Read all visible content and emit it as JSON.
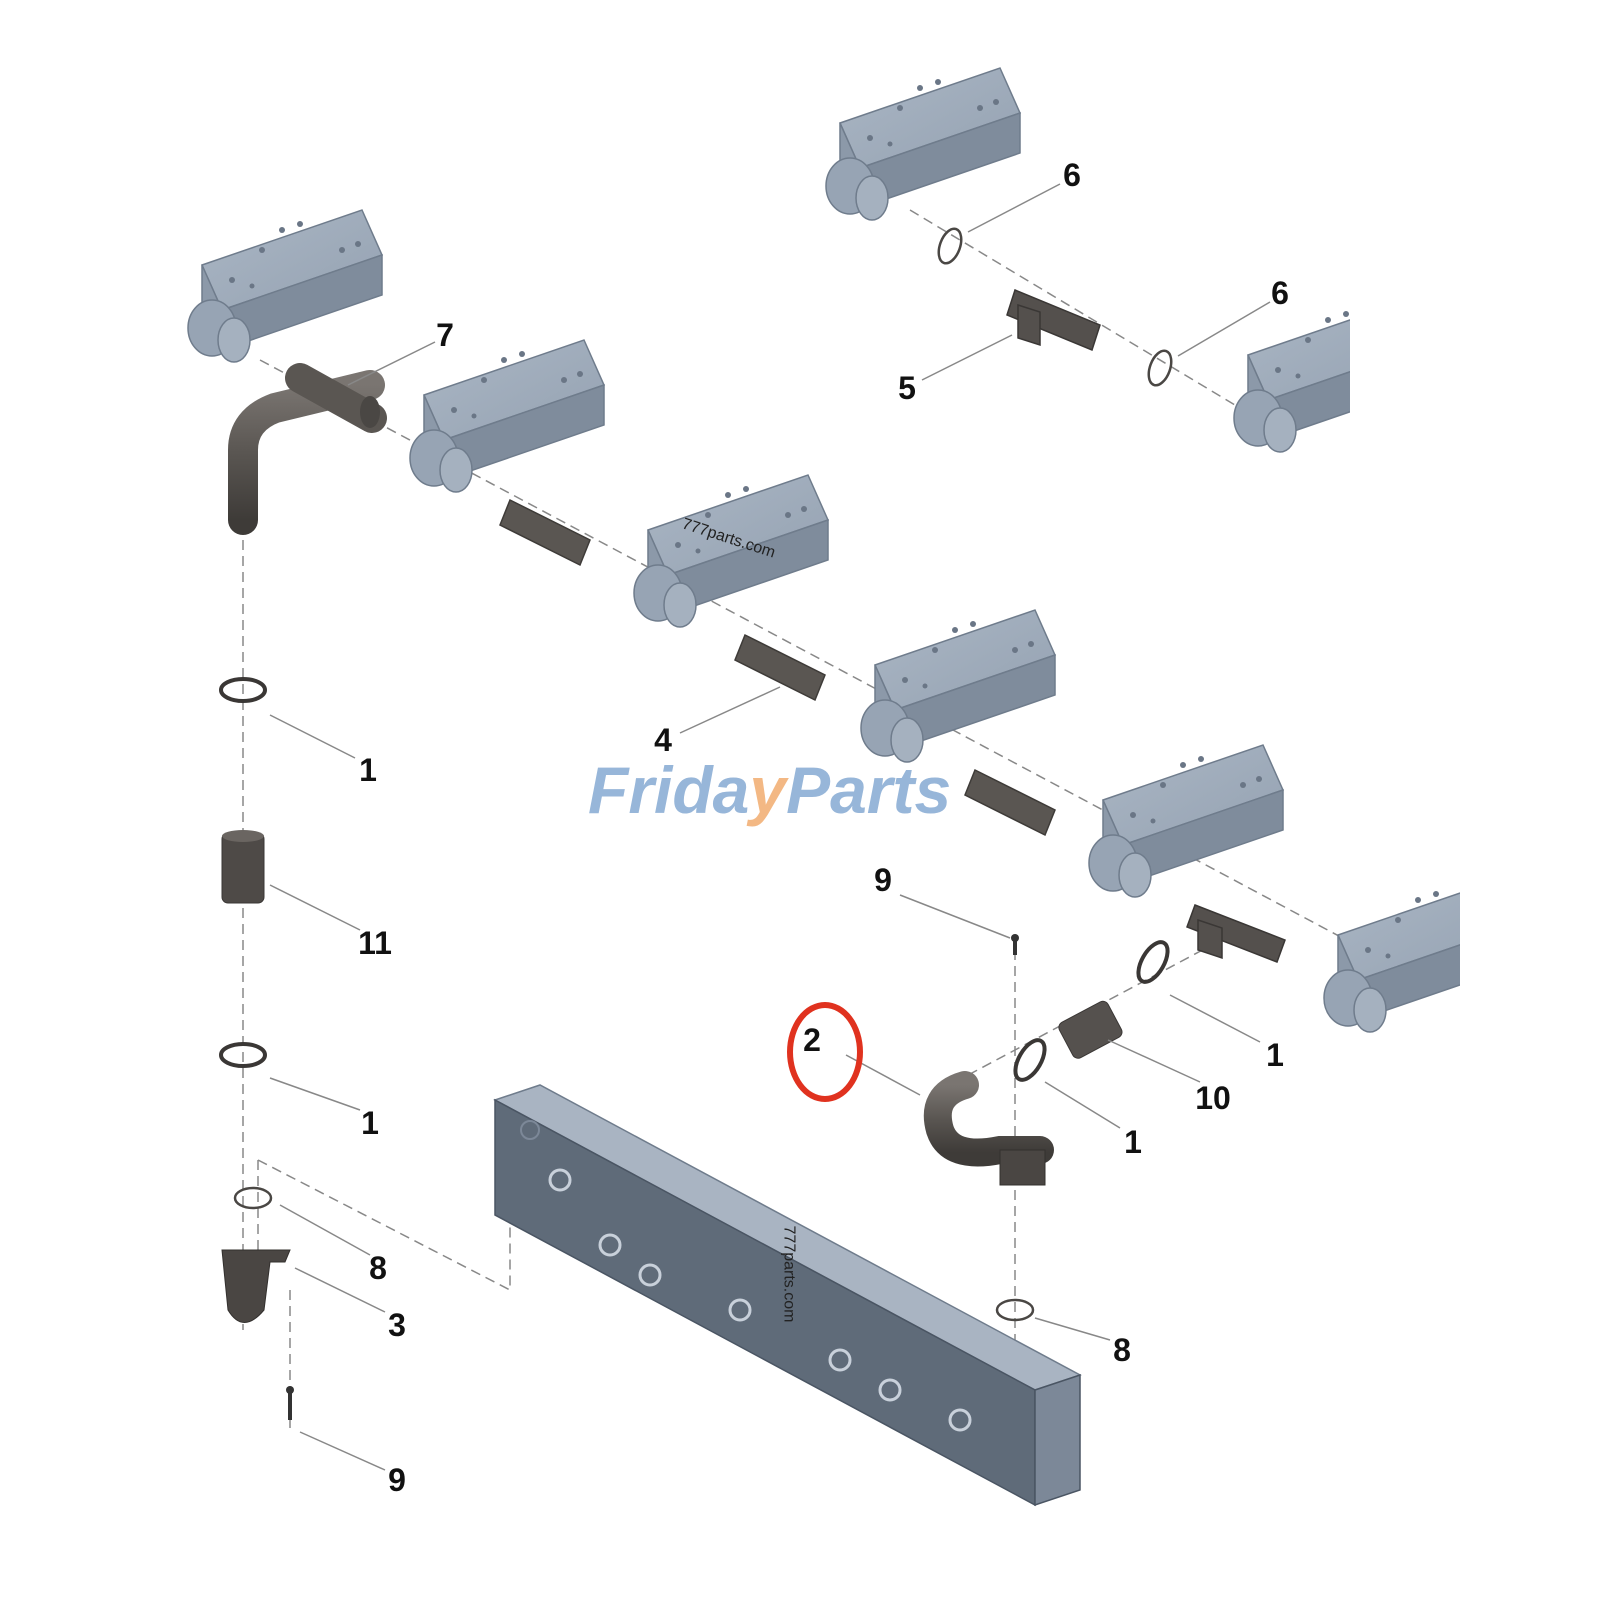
{
  "diagram": {
    "type": "exploded-parts-diagram",
    "watermark": {
      "part1": "Frida",
      "tick": "y",
      "part2": "Parts",
      "color_main": "#8fb0d6",
      "color_accent": "#f2b37a"
    },
    "faint_watermarks": [
      "777parts.com",
      "777parts.com"
    ],
    "highlight": {
      "callout": "2",
      "color": "#e0321f"
    },
    "colors": {
      "module_body": "#9aa7b6",
      "module_shadow": "#6f7c8c",
      "hose": "#5a5652",
      "manifold_top": "#a9b4c2",
      "manifold_side": "#5f6b79",
      "leader_line": "#888888"
    },
    "callouts": [
      {
        "id": "c7",
        "label": "7"
      },
      {
        "id": "c6a",
        "label": "6"
      },
      {
        "id": "c6b",
        "label": "6"
      },
      {
        "id": "c5",
        "label": "5"
      },
      {
        "id": "c4",
        "label": "4"
      },
      {
        "id": "c1a",
        "label": "1"
      },
      {
        "id": "c11",
        "label": "11"
      },
      {
        "id": "c1b",
        "label": "1"
      },
      {
        "id": "c8a",
        "label": "8"
      },
      {
        "id": "c3",
        "label": "3"
      },
      {
        "id": "c9a",
        "label": "9"
      },
      {
        "id": "c9b",
        "label": "9"
      },
      {
        "id": "c2",
        "label": "2"
      },
      {
        "id": "c1c",
        "label": "1"
      },
      {
        "id": "c10",
        "label": "10"
      },
      {
        "id": "c1d",
        "label": "1"
      },
      {
        "id": "c8b",
        "label": "8"
      }
    ]
  }
}
